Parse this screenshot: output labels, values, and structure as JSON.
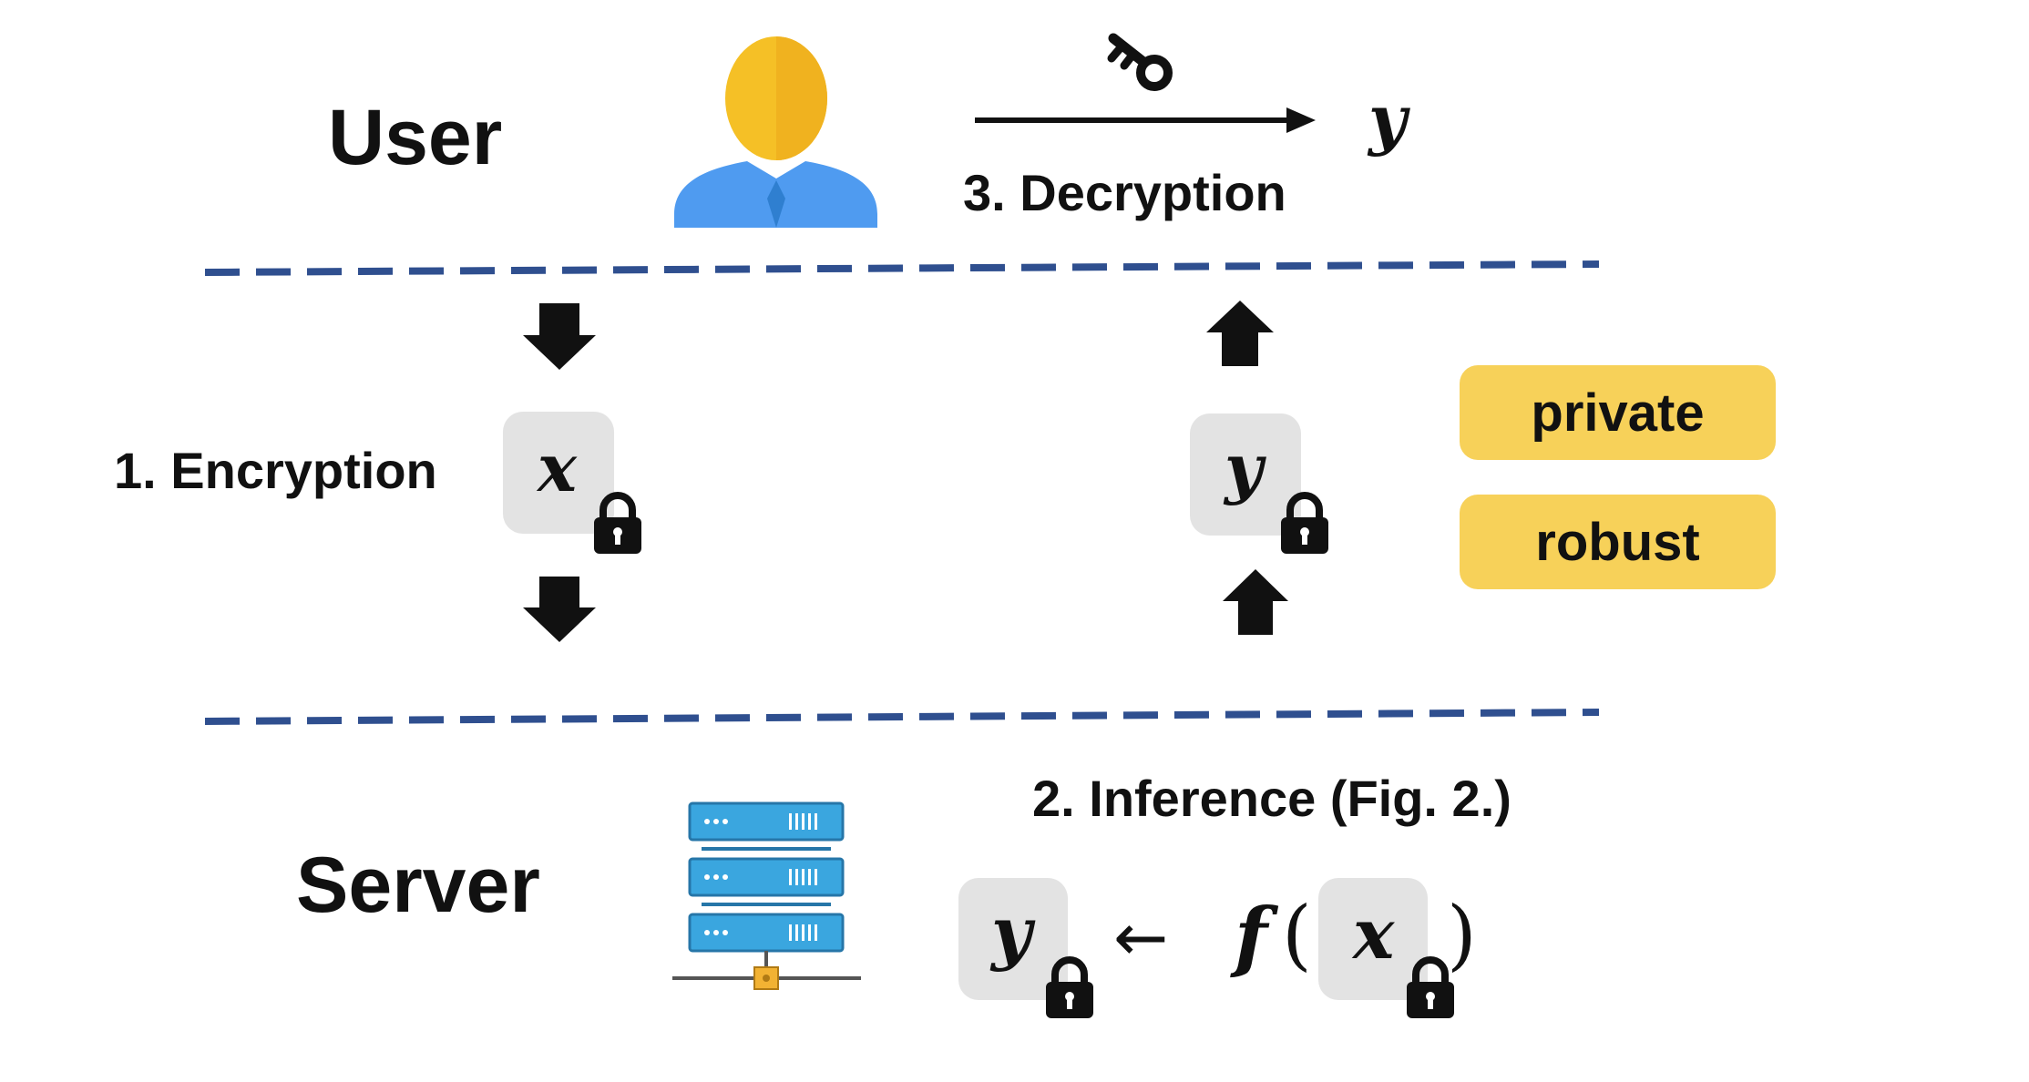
{
  "labels": {
    "user": "User",
    "server": "Server",
    "step1": "1. Encryption",
    "step2": "2. Inference (Fig. 2.)",
    "step3": "3. Decryption"
  },
  "properties": [
    "private",
    "robust"
  ],
  "symbols": {
    "x": "x",
    "y": "y",
    "f": "f",
    "left_paren": "(",
    "right_paren": ")",
    "assign_arrow": "←"
  },
  "colors": {
    "divider": "#2f4f8f",
    "tag_fill": "#f7d159",
    "cipher_box": "#e3e3e3",
    "user_head": "#f5c026",
    "user_body": "#4f9bf0",
    "server_unit": "#3aa6df",
    "server_connector": "#f2b233"
  },
  "icons": [
    "user-icon",
    "server-icon",
    "key-icon",
    "lock-icon"
  ]
}
